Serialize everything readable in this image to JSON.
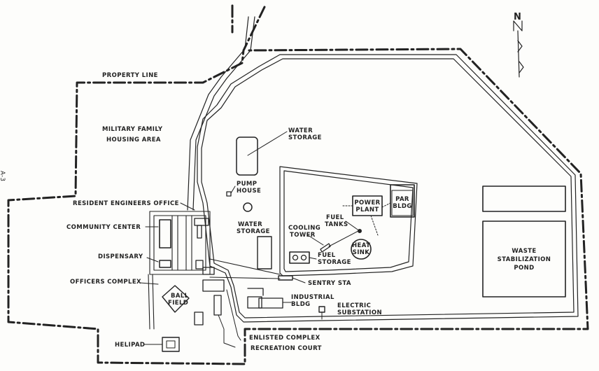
{
  "labels": {
    "property_line": "PROPERTY LINE",
    "military_family": "MILITARY FAMILY",
    "housing_area": "HOUSING AREA",
    "page_number": "A-3",
    "water_storage_north_1": "WATER",
    "water_storage_north_2": "STORAGE",
    "pump_house_1": "PUMP",
    "pump_house_2": "HOUSE",
    "resident_engineers_office": "RESIDENT ENGINEERS OFFICE",
    "community_center": "COMMUNITY CENTER",
    "water_storage_south_1": "WATER",
    "water_storage_south_2": "STORAGE",
    "dispensary": "DISPENSARY",
    "officers_complex": "OFFICERS COMPLEX",
    "ball_field_1": "BALL",
    "ball_field_2": "FIELD",
    "helipad": "HELIPAD",
    "enlisted_complex": "ENLISTED COMPLEX",
    "recreation_court": "RECREATION COURT",
    "power_plant_1": "POWER",
    "power_plant_2": "PLANT",
    "par_bldg_1": "PAR",
    "par_bldg_2": "BLDG",
    "fuel_tanks_1": "FUEL",
    "fuel_tanks_2": "TANKS",
    "cooling_tower_1": "COOLING",
    "cooling_tower_2": "TOWER",
    "heat_sink_1": "HEAT",
    "heat_sink_2": "SINK",
    "fuel_storage_1": "FUEL",
    "fuel_storage_2": "STORAGE",
    "sentry_sta": "SENTRY STA",
    "industrial_bldg_1": "INDUSTRIAL",
    "industrial_bldg_2": "BLDG",
    "electric_substation_1": "ELECTRIC",
    "electric_substation_2": "SUBSTATION",
    "waste_1": "WASTE",
    "waste_2": "STABILIZATION",
    "waste_3": "POND",
    "north_arrow": "N"
  },
  "colors": {
    "ink": "#222222",
    "paper": "#fdfdfb"
  }
}
